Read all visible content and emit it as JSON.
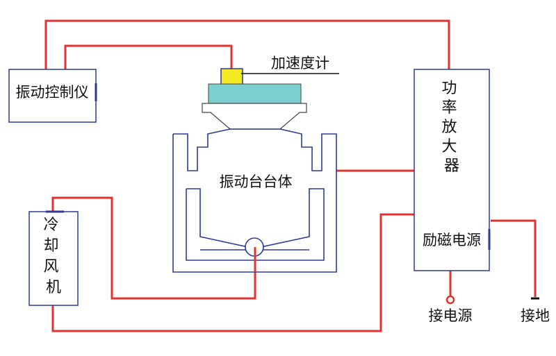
{
  "labels": {
    "vibration_controller": "振动控制仪",
    "accelerometer": "加速度计",
    "shaker_body": "振动台台体",
    "power_amplifier": "功率放大器",
    "excitation_supply": "励磁电源",
    "cooling_fan": "冷却风机",
    "power_input": "接电源",
    "ground": "接地"
  },
  "colors": {
    "wire": "#e2322f",
    "outline": "#2b3a99",
    "table_top": "#7ccfcf",
    "sensor": "#f4ea1f",
    "background": "#ffffff"
  }
}
